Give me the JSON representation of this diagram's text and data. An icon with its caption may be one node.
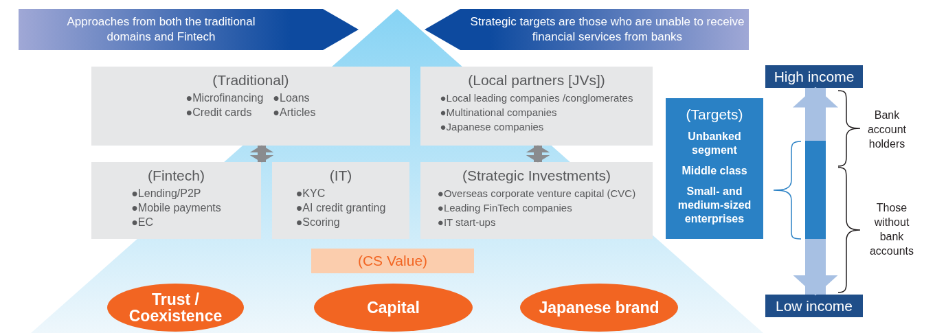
{
  "diagram": {
    "nodes": [
      {
        "text": [
          "Approaches from both the traditional domains and Fintech"
        ]
      },
      {
        "text": [
          "Strategic targets are those who are unable to receive financial services from banks"
        ]
      },
      {
        "text": [
          "(Traditional)",
          "●Microfinancing",
          "●Loans",
          "●Credit cards",
          "●Articles"
        ]
      },
      {
        "text": [
          "(Local partners [JVs])",
          "●Local leading companies /conglomerates",
          "●Multinational companies",
          "●Japanese companies"
        ]
      },
      {
        "text": [
          "(Fintech)",
          "●Lending/P2P",
          "●Mobile payments",
          "●EC"
        ]
      },
      {
        "text": [
          "(IT)",
          "●KYC",
          "●AI credit granting",
          "●Scoring"
        ]
      },
      {
        "text": [
          "(Strategic Investments)",
          "●Overseas corporate venture capital (CVC)",
          "●Leading FinTech companies",
          "●IT start-ups"
        ]
      },
      {
        "text": [
          "(CS Value)"
        ]
      },
      {
        "text": [
          "Trust / Coexistence"
        ]
      },
      {
        "text": [
          "Capital"
        ]
      },
      {
        "text": [
          "Japanese brand"
        ]
      },
      {
        "text": [
          "(Targets)",
          "Unbanked segment",
          "Middle class",
          "Small- and medium-sized enterprises"
        ]
      },
      {
        "text": [
          "High income"
        ]
      },
      {
        "text": [
          "Low income"
        ]
      }
    ],
    "edges": [
      {
        "from": 2,
        "to": 4,
        "arrow": "both"
      },
      {
        "from": 3,
        "to": 6,
        "arrow": "both"
      },
      {
        "from": 12,
        "to": 13,
        "arrow": "both",
        "style": "thick",
        "color": "#a7c0e3"
      }
    ],
    "labels": [
      "Bank account holders",
      "Those without bank accounts"
    ]
  }
}
